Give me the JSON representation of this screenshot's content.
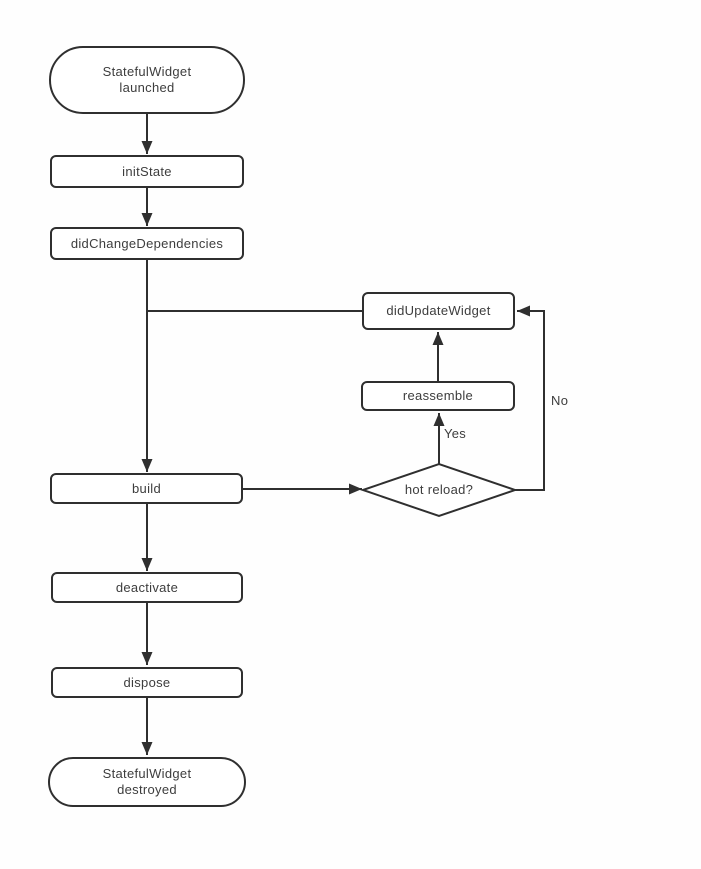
{
  "diagram": {
    "colors": {
      "stroke": "#2f2f2f",
      "text": "#3d3d3d",
      "background": "#fefefe",
      "node_fill": "#ffffff"
    },
    "nodes": {
      "launched": {
        "line1": "StatefulWidget",
        "line2": "launched"
      },
      "init_state": {
        "label": "initState"
      },
      "did_change_dependencies": {
        "label": "didChangeDependencies"
      },
      "did_update_widget": {
        "label": "didUpdateWidget"
      },
      "reassemble": {
        "label": "reassemble"
      },
      "build": {
        "label": "build"
      },
      "hot_reload": {
        "label": "hot reload?"
      },
      "deactivate": {
        "label": "deactivate"
      },
      "dispose": {
        "label": "dispose"
      },
      "destroyed": {
        "line1": "StatefulWidget",
        "line2": "destroyed"
      }
    },
    "edge_labels": {
      "yes": "Yes",
      "no": "No"
    }
  }
}
